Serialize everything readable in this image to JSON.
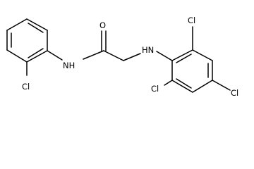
{
  "molecule": {
    "atoms": {
      "cl_top_left": "Cl",
      "nh_amide": "NH",
      "o_carbonyl": "O",
      "nh_amine": "HN",
      "cl_top_right": "Cl",
      "cl_bottom_left": "Cl",
      "cl_bottom_right": "Cl"
    }
  }
}
